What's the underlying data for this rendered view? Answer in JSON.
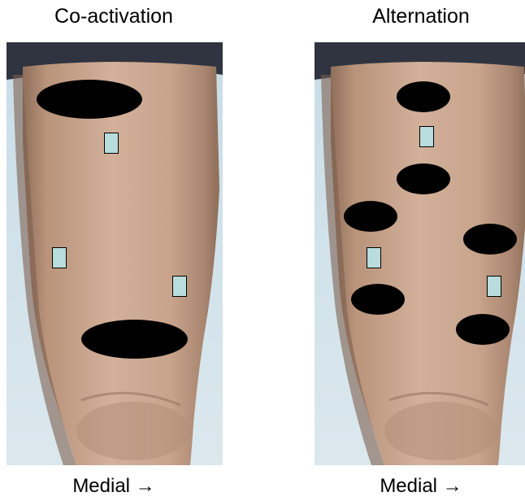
{
  "panels": [
    {
      "title": "Co-activation",
      "footer": "Medial →"
    },
    {
      "title": "Alternation",
      "footer": "Medial →"
    }
  ],
  "colors": {
    "background_wall": "#cfe3ea",
    "skin": "#c9a58a",
    "skin_shadow": "#9d7a63",
    "dark_cloth": "#2f3440",
    "marker": "#000000",
    "electrode_fill": "#b9dcdc"
  }
}
